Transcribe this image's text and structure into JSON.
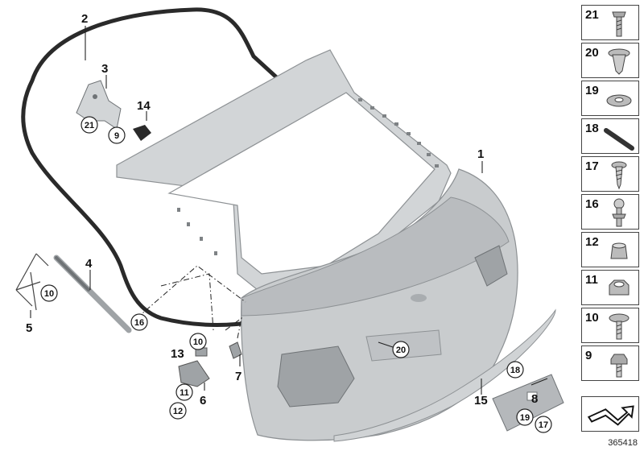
{
  "callouts": {
    "c1": "1",
    "c2": "2",
    "c3": "3",
    "c4": "4",
    "c5": "5",
    "c6": "6",
    "c7": "7",
    "c8": "8",
    "c13": "13",
    "c14": "14",
    "c15": "15"
  },
  "circled": {
    "a21": "21",
    "a9": "9",
    "a10_left": "10",
    "a16": "16",
    "a10_mid": "10",
    "a11": "11",
    "a12": "12",
    "a20": "20",
    "a18": "18",
    "a19": "19",
    "a17": "17"
  },
  "legend": [
    {
      "number": "21",
      "icon": "screw-icon"
    },
    {
      "number": "20",
      "icon": "expanding-rivet-icon"
    },
    {
      "number": "19",
      "icon": "washer-icon"
    },
    {
      "number": "18",
      "icon": "seal-strip-icon"
    },
    {
      "number": "17",
      "icon": "self-tapping-screw-icon"
    },
    {
      "number": "16",
      "icon": "ball-stud-icon"
    },
    {
      "number": "12",
      "icon": "nut-cap-icon"
    },
    {
      "number": "11",
      "icon": "hex-nut-icon"
    },
    {
      "number": "10",
      "icon": "collar-screw-icon"
    },
    {
      "number": "9",
      "icon": "hex-bolt-icon"
    }
  ],
  "diagram_id": "365418",
  "colors": {
    "panel": "#c9ccce",
    "panel_dark": "#9fa3a6",
    "seal": "#2a2a2a",
    "line": "#222222"
  }
}
